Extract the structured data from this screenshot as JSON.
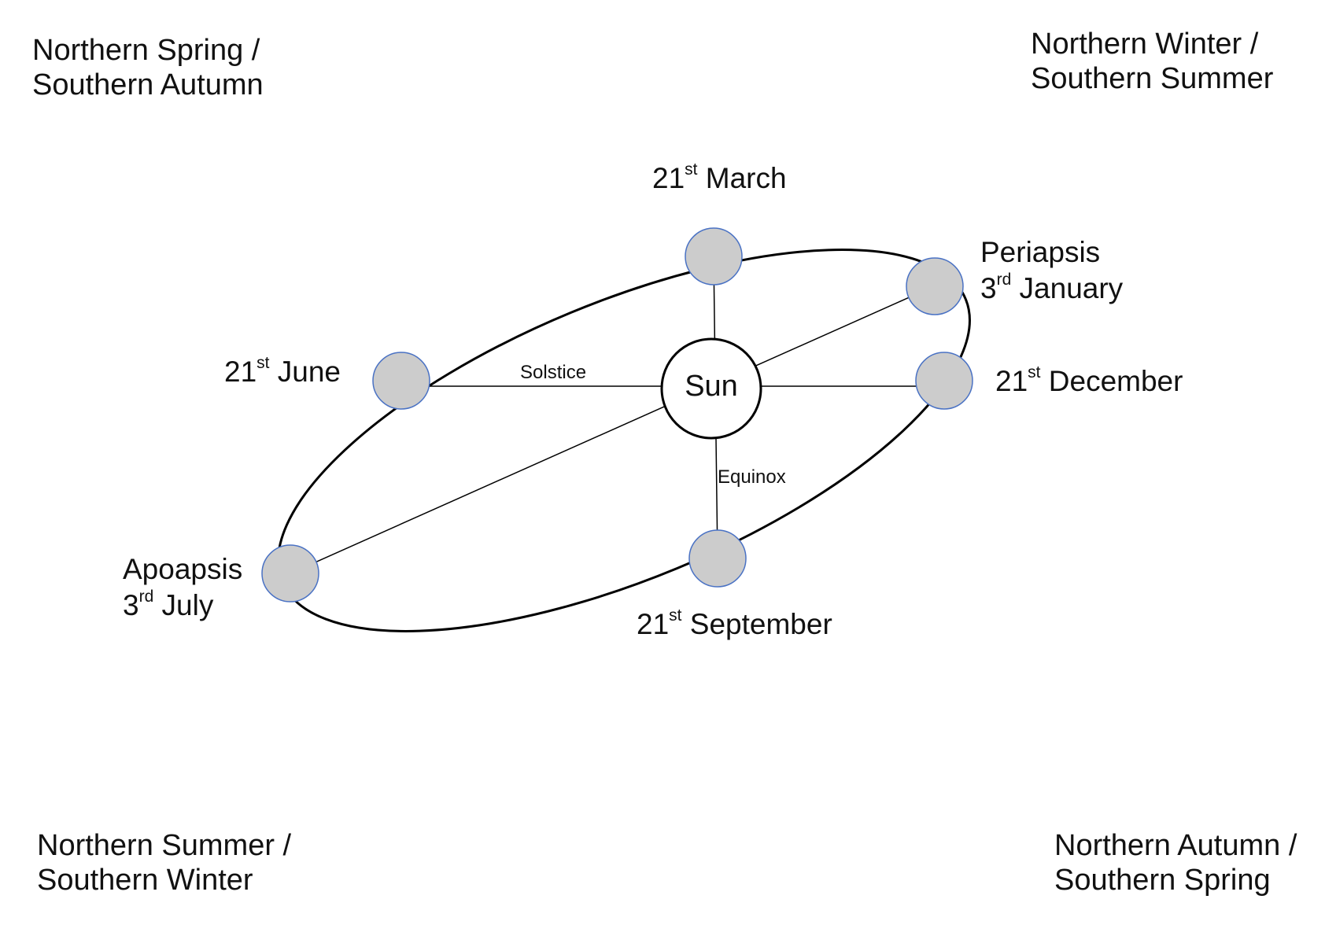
{
  "seasons": {
    "top_left": {
      "line1": "Northern Spring /",
      "line2": "Southern Autumn"
    },
    "top_right": {
      "line1": "Northern Winter /",
      "line2": "Southern Summer"
    },
    "bottom_left": {
      "line1": "Northern Summer /",
      "line2": "Southern Winter"
    },
    "bottom_right": {
      "line1": "Northern Autumn /",
      "line2": "Southern Spring"
    }
  },
  "sun": {
    "label": "Sun"
  },
  "axes": {
    "solstice_label": "Solstice",
    "equinox_label": "Equinox"
  },
  "positions": {
    "march": {
      "day": "21",
      "suffix": "st",
      "month": "March"
    },
    "june": {
      "day": "21",
      "suffix": "st",
      "month": "June"
    },
    "september": {
      "day": "21",
      "suffix": "st",
      "month": "September"
    },
    "december": {
      "day": "21",
      "suffix": "st",
      "month": "December"
    },
    "periapsis": {
      "title": "Periapsis",
      "day": "3",
      "suffix": "rd",
      "month": "January"
    },
    "apoapsis": {
      "title": "Apoapsis",
      "day": "3",
      "suffix": "rd",
      "month": "July"
    }
  },
  "colors": {
    "planet_fill": "#cccccc",
    "planet_stroke": "#4a72c4",
    "line": "#000000",
    "sun_fill": "#ffffff"
  }
}
